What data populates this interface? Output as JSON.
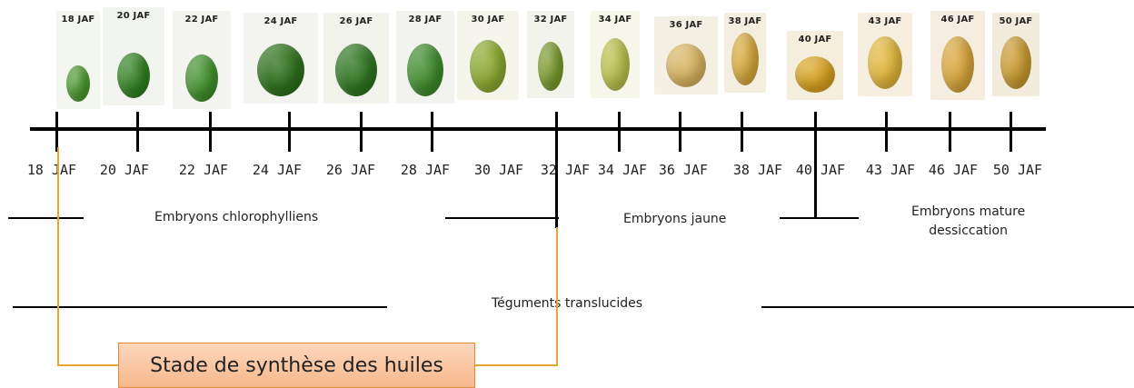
{
  "thumbnails": [
    {
      "label": "18 JAF",
      "bg": "#f4f6f0",
      "seed": "#4a9a2c"
    },
    {
      "label": "20 JAF",
      "bg": "#f2f4ef",
      "seed": "#2f7f1f"
    },
    {
      "label": "22 JAF",
      "bg": "#f4f5f0",
      "seed": "#3f8f2a"
    },
    {
      "label": "24 JAF",
      "bg": "#f3f4ef",
      "seed": "#2d6f1c"
    },
    {
      "label": "26 JAF",
      "bg": "#f1f2ec",
      "seed": "#2e7420"
    },
    {
      "label": "28 JAF",
      "bg": "#f2f3ee",
      "seed": "#3d8a2b"
    },
    {
      "label": "30 JAF",
      "bg": "#f5f5ec",
      "seed": "#8aa82f"
    },
    {
      "label": "32 JAF",
      "bg": "#f2f3ec",
      "seed": "#7a9a2c"
    },
    {
      "label": "34 JAF",
      "bg": "#f6f6ea",
      "seed": "#b8c04a"
    },
    {
      "label": "36 JAF",
      "bg": "#f4f0e4",
      "seed": "#d8b461"
    },
    {
      "label": "38 JAF",
      "bg": "#f4eee0",
      "seed": "#d7a93a"
    },
    {
      "label": "40 JAF",
      "bg": "#f5eedd",
      "seed": "#d8a21e"
    },
    {
      "label": "43 JAF",
      "bg": "#f6efe0",
      "seed": "#e1b63c"
    },
    {
      "label": "46 JAF",
      "bg": "#f5ede0",
      "seed": "#d8a43a"
    },
    {
      "label": "50 JAF",
      "bg": "#f3ebdc",
      "seed": "#c99a2e"
    }
  ],
  "axis_labels": [
    "18 JAF",
    "20 JAF",
    "22 JAF",
    "24 JAF",
    "26 JAF",
    "28 JAF",
    "30 JAF",
    "32 JAF",
    "34 JAF",
    "36 JAF",
    "38 JAF",
    "40 JAF",
    "43 JAF",
    "46 JAF",
    "50 JAF"
  ],
  "phases": {
    "chlorophyll": "Embryons chlorophylliens",
    "yellow": "Embryons jaune",
    "mature_line1": "Embryons mature",
    "mature_line2": "dessiccation",
    "teguments": "Téguments translucides"
  },
  "stage_box": {
    "label": "Stade de synthèse des huiles"
  },
  "colors": {
    "highlight": "#e2a832",
    "box_border": "#e0893a",
    "box_fill": "#f7b88b"
  }
}
